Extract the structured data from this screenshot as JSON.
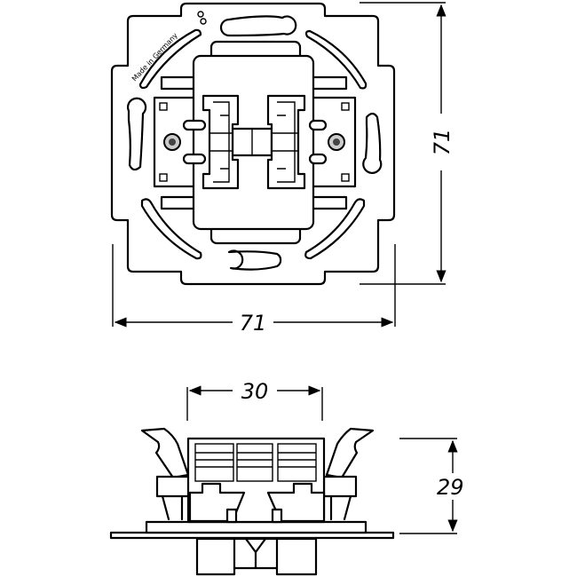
{
  "top_view": {
    "imprint": "Made in Germany",
    "width_dimension": "71",
    "height_dimension": "71"
  },
  "side_view": {
    "width_dimension": "30",
    "depth_dimension": "29"
  },
  "colors": {
    "line": "#000000",
    "background": "#ffffff"
  }
}
